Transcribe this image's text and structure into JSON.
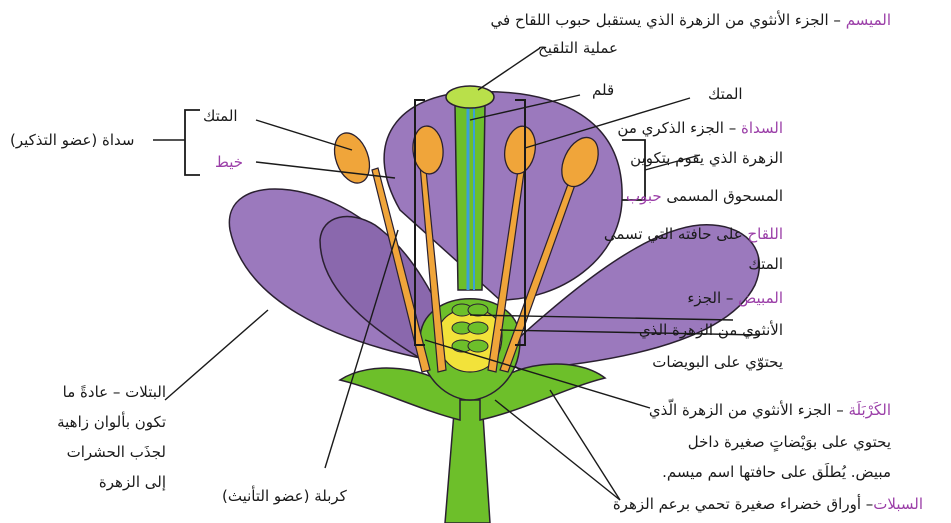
{
  "colors": {
    "petal": "#9b79bd",
    "petal_dark": "#2a2030",
    "stamen": "#f0a53a",
    "stem": "#6dbf2a",
    "style_blue": "#3aa0d8",
    "ovary_yellow": "#f2e23a",
    "highlight": "#9b3fa8"
  },
  "labels": {
    "stigma": {
      "term": "الميسم",
      "rest": " – الجزء الأنثوي من الزهرة الذي يستقبل حبوب اللقاح في",
      "line2": "عملية التلقيح"
    },
    "style": "قلم",
    "anther_top": "المتك",
    "stamen_group": {
      "term": "السداة",
      "rest": " – الجزء الذكري من",
      "line2": "الزهرة الذي يقوم بتكوين",
      "line3_a": "المسحوق المسمى ",
      "line3_term": "حبوب",
      "line4_term": "اللقاح",
      "line4_rest": " على حافته التي تسمى",
      "line5": "المتك"
    },
    "ovary": {
      "term": "المبيض",
      "rest": " – الجزء",
      "line2": "الأنثوي من الزهرة الذي",
      "line3": "يحتوّي على البويضات"
    },
    "carpel_def": {
      "term": "الكَرْبَلَة",
      "rest": " – الجزء الأنثوي من الزهرة الّذي",
      "line2": "يحتوي على بوَيْضاتٍ صغيرة داخل",
      "line3": "مبيض. يُطلَق على حافتها اسم ميسم."
    },
    "sepals": {
      "term": "السبلات",
      "rest": "– أوراق خضراء صغيرة تحمي برعم الزهرة"
    },
    "stamen_left": {
      "anther": "المتك",
      "filament": "خيط",
      "group": "سداة (عضو التذكير)"
    },
    "petals": {
      "line1": "البتلات – عادةً ما",
      "line2": "تكون بألوان زاهية",
      "line3": "لجذَب الحشرات",
      "line4": "إلى الزهرة"
    },
    "carpel_left": "كربلة (عضو التأنيث)"
  }
}
